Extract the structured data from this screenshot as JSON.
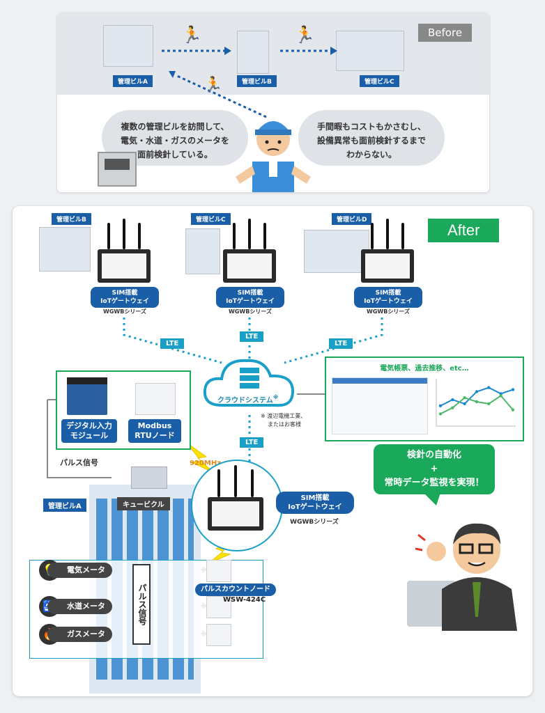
{
  "before": {
    "tag": "Before",
    "buildings": [
      "管理ビルA",
      "管理ビルB",
      "管理ビルC"
    ],
    "bubble_left": [
      "複数の管理ビルを訪問して、",
      "電気・水道・ガスのメータを",
      "面前検針している。"
    ],
    "bubble_right": [
      "手間暇もコストもかさむし、",
      "設備異常も面前検針するまで",
      "わからない。"
    ]
  },
  "after": {
    "tag": "After",
    "gateways": [
      {
        "building": "管理ビルB",
        "label1": "SIM搭載",
        "label2": "IoTゲートウェイ",
        "series": "WGWBシリーズ"
      },
      {
        "building": "管理ビルC",
        "label1": "SIM搭載",
        "label2": "IoTゲートウェイ",
        "series": "WGWBシリーズ"
      },
      {
        "building": "管理ビルD",
        "label1": "SIM搭載",
        "label2": "IoTゲートウェイ",
        "series": "WGWBシリーズ"
      }
    ],
    "lte": "LTE",
    "cloud_label": "クラウドシステム",
    "cloud_mark": "※",
    "cloud_note1": "※ 渡辺電機工業、",
    "cloud_note2": "またはお客様",
    "report_title": "電気帳票、過去推移、etc…",
    "digital_input": [
      "デジタル入力",
      "モジュール"
    ],
    "modbus": [
      "Modbus",
      "RTUノード"
    ],
    "pulse_signal": "パルス信号",
    "freq": "920MHz",
    "cubicle": "キュービクル",
    "building_a": "管理ビルA",
    "main_gateway": {
      "label1": "SIM搭載",
      "label2": "IoTゲートウェイ",
      "series": "WGWBシリーズ"
    },
    "meters": [
      "電気メータ",
      "水道メータ",
      "ガスメータ"
    ],
    "pulse_vertical": "パルス信号",
    "pulse_node": "パルスカウントノード",
    "pulse_node_model": "WSW-424C",
    "speech": [
      "検針の自動化",
      "+",
      "常時データ監視を実現！"
    ]
  },
  "chart_data": {
    "type": "line",
    "title": "",
    "series": [
      {
        "name": "",
        "values": [
          40,
          55,
          45,
          75,
          85,
          70,
          80
        ]
      },
      {
        "name": "",
        "values": [
          20,
          35,
          60,
          50,
          45,
          65,
          30
        ]
      }
    ],
    "colors": [
      "#1a8ad0",
      "#4bb86a"
    ]
  },
  "colors": {
    "blue": "#1a5ea8",
    "green": "#1aa85a",
    "lte": "#1aa0c8",
    "gray": "#888888"
  }
}
